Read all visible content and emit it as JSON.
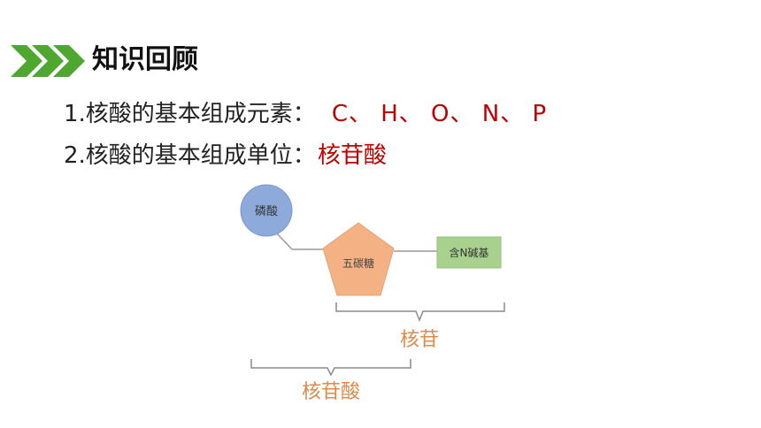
{
  "header": {
    "title": "知识回顾"
  },
  "lines": [
    {
      "label": "1.核酸的基本组成元素：",
      "answer": "C、 H、 O、 N、 P"
    },
    {
      "label": "2.核酸的基本组成单位：",
      "answer": "核苷酸"
    }
  ],
  "diagram": {
    "phosphate": "磷酸",
    "sugar": "五碳糖",
    "base": "含N碱基",
    "nucleoside": "核苷",
    "nucleotide": "核苷酸",
    "colors": {
      "phosphate": "#8eaadb",
      "sugar": "#f4b183",
      "base": "#a9d18e",
      "brace_label": "#e08a4a",
      "arrows": "#4ea72e"
    }
  }
}
